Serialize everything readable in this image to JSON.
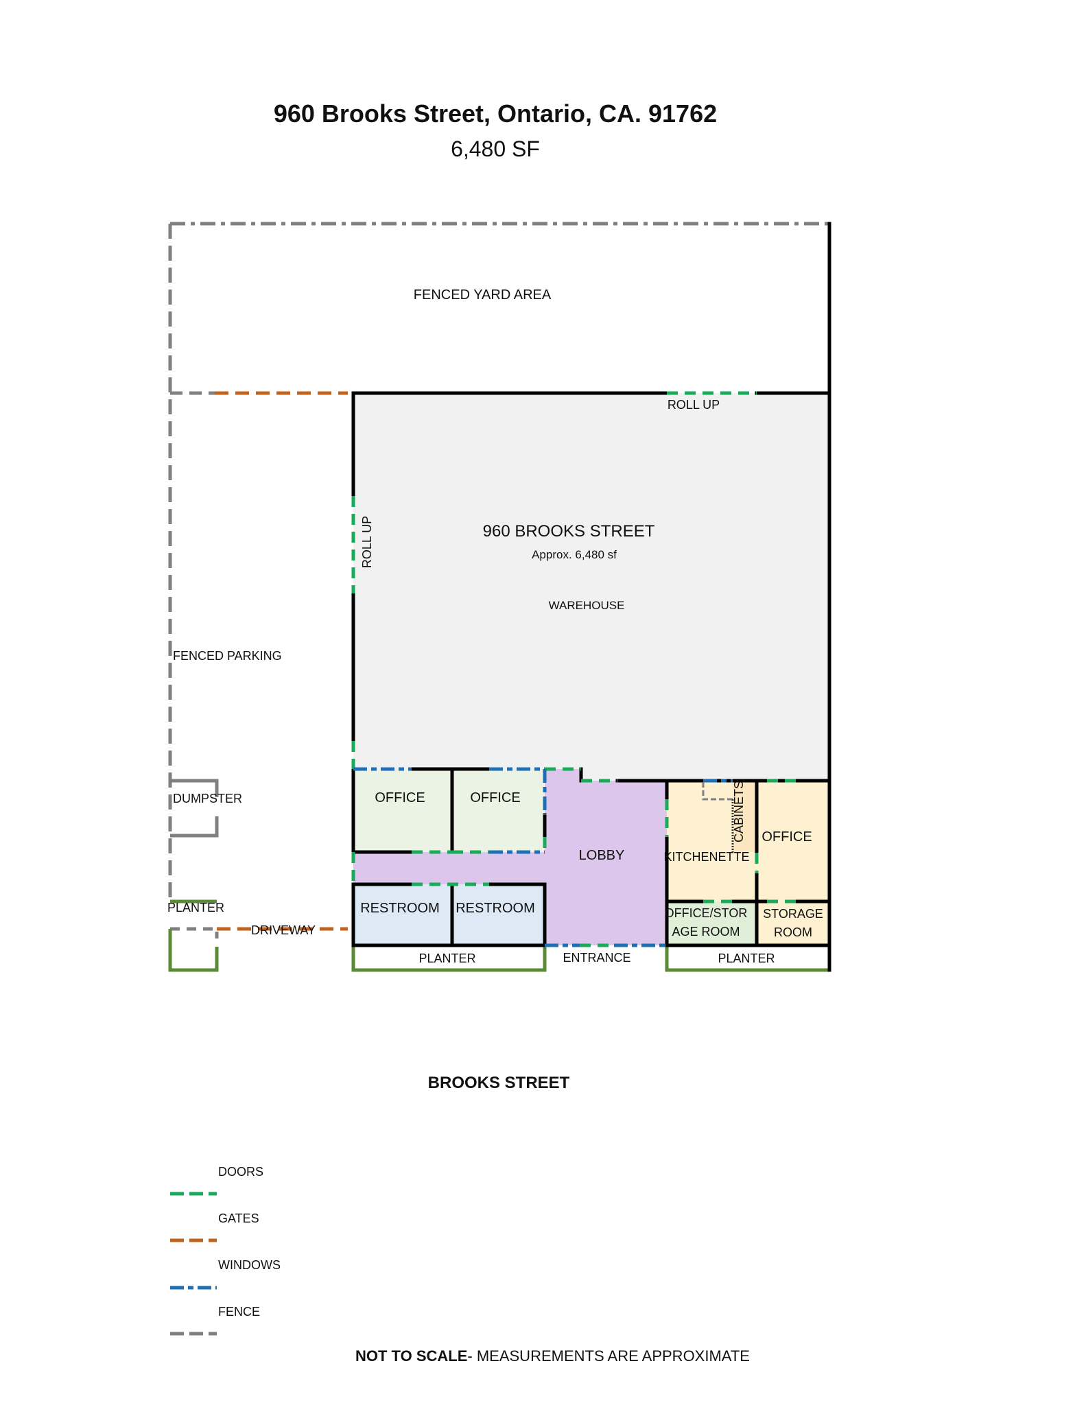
{
  "header": {
    "title": "960 Brooks Street, Ontario, CA. 91762",
    "subtitle": "6,480 SF"
  },
  "areas": {
    "yard": "FENCED YARD AREA",
    "parking": "FENCED PARKING",
    "dumpster": "DUMPSTER",
    "planter_left": "PLANTER",
    "driveway": "DRIVEWAY",
    "rollup_top": "ROLL UP",
    "rollup_left": "ROLL UP"
  },
  "building": {
    "name": "960 BROOKS STREET",
    "area": "Approx. 6,480 sf",
    "warehouse": "WAREHOUSE"
  },
  "rooms": {
    "office_1": "OFFICE",
    "office_2": "OFFICE",
    "lobby": "LOBBY",
    "restroom_1": "RESTROOM",
    "restroom_2": "RESTROOM",
    "kitchenette": "KITCHENETTE",
    "cabinets": "CABINETS",
    "office_3": "OFFICE",
    "office_storage_line1": "OFFICE/STOR",
    "office_storage_line2": "AGE ROOM",
    "storage_line1": "STORAGE",
    "storage_line2": "ROOM",
    "planter_mid": "PLANTER",
    "entrance": "ENTRANCE",
    "planter_right": "PLANTER"
  },
  "street": "BROOKS STREET",
  "legend": [
    {
      "label": "DOORS",
      "color": "#1aab5a"
    },
    {
      "label": "GATES",
      "color": "#c0631f"
    },
    {
      "label": "WINDOWS",
      "color": "#1f6fb5"
    },
    {
      "label": "FENCE",
      "color": "#808080"
    }
  ],
  "note": {
    "bold": "NOT TO SCALE",
    "rest": "- MEASUREMENTS ARE APPROXIMATE"
  },
  "colors": {
    "warehouse": "#f1f1f1",
    "office": "#ebf3e5",
    "lobby": "#dcc6ec",
    "restroom": "#dde9f5",
    "kitchen": "#fdf1d2",
    "cabinets": "#fbe6bf",
    "office_storage": "#e1eed8",
    "planter": "#5a8a35",
    "wall": "#000000"
  }
}
